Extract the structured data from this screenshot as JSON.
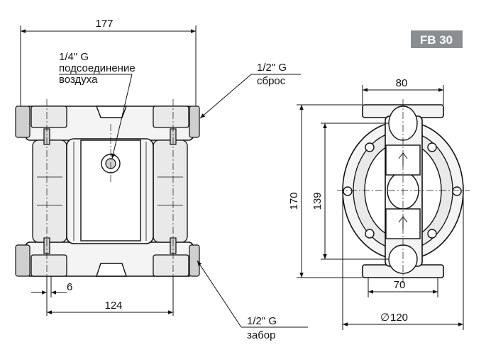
{
  "badge": {
    "text": "FB 30",
    "color": "#8a8e93"
  },
  "dimensions": {
    "overall_width": "177",
    "port_spacing": "124",
    "port_offset": "6",
    "side_width": "80",
    "foot_width": "70",
    "height_total": "170",
    "height_inner": "139",
    "diameter": "120",
    "diameter_symbol": "∅"
  },
  "labels": {
    "air": {
      "line1": "1/4\" G",
      "line2": "подсоединение",
      "line3": "воздуха"
    },
    "outlet": {
      "line1": "1/2\" G",
      "line2": "сброс"
    },
    "inlet": {
      "line1": "1/2\" G",
      "line2": "забор"
    }
  }
}
